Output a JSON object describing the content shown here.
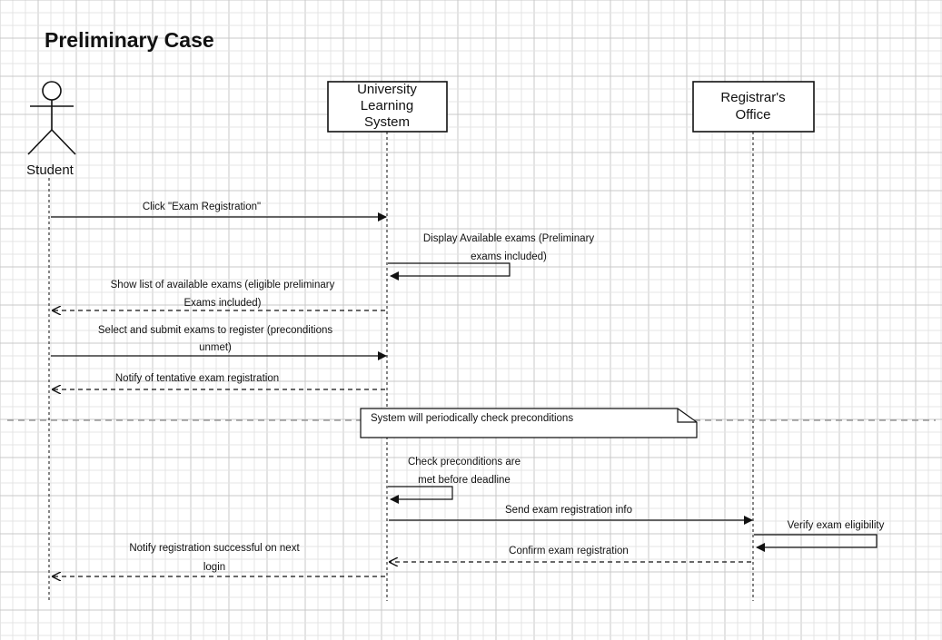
{
  "diagram": {
    "title": "Preliminary Case",
    "actor": {
      "name": "Student"
    },
    "participants": [
      {
        "lines": [
          "University",
          "Learning",
          "System"
        ]
      },
      {
        "lines": [
          "Registrar's",
          "Office"
        ]
      }
    ],
    "messages": [
      {
        "lines": [
          "Click \"Exam Registration\""
        ]
      },
      {
        "lines": [
          "Display Available exams (Preliminary",
          "exams included)"
        ]
      },
      {
        "lines": [
          "Show list of available exams (eligible preliminary",
          "Exams included)"
        ]
      },
      {
        "lines": [
          "Select and submit exams to register (preconditions",
          "unmet)"
        ]
      },
      {
        "lines": [
          "Notify of tentative exam registration"
        ]
      },
      {
        "lines": [
          "Check preconditions are",
          "met before deadline"
        ]
      },
      {
        "lines": [
          "Send exam registration info"
        ]
      },
      {
        "lines": [
          "Verify exam eligibility"
        ]
      },
      {
        "lines": [
          "Confirm exam registration"
        ]
      },
      {
        "lines": [
          "Notify registration successful on next",
          "login"
        ]
      }
    ],
    "note": {
      "text": "System will periodically check preconditions"
    }
  }
}
